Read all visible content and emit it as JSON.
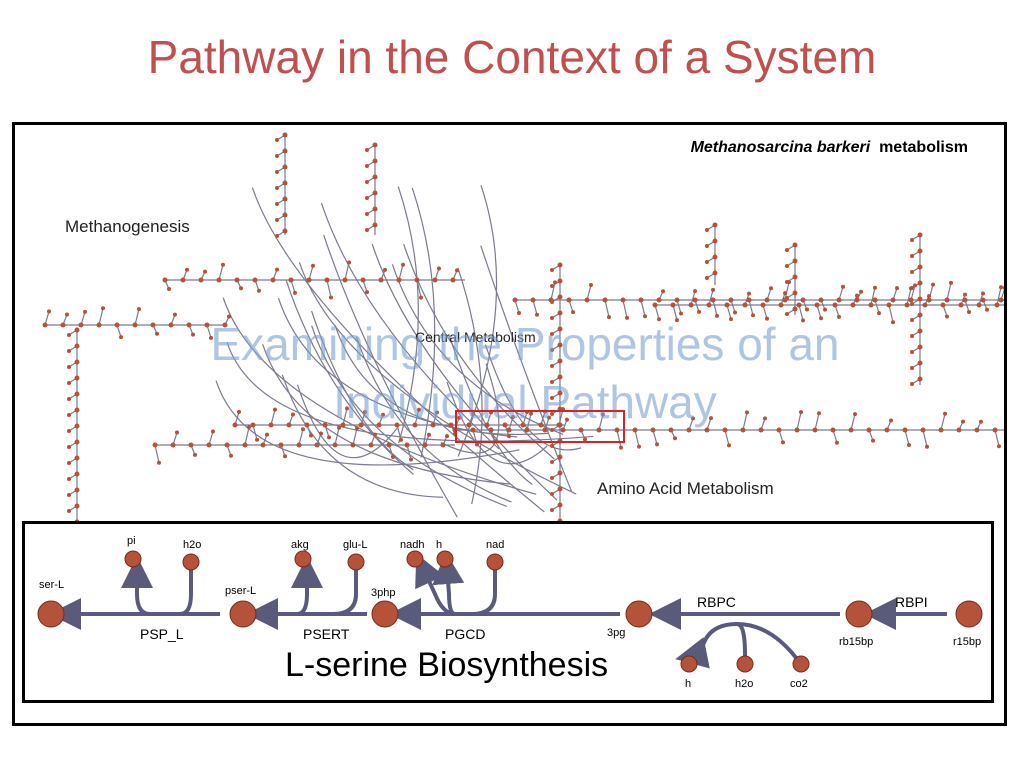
{
  "slide": {
    "title": "Pathway in the Context of a System",
    "organism": "Methanosarcina barkeri",
    "organism_suffix": "metabolism",
    "regions": {
      "methanogenesis": "Methanogenesis",
      "central": "Central Metabolism",
      "amino": "Amino Acid Metabolism"
    },
    "overlay_line1": "Examining the Properties of an",
    "overlay_line2": "Individual Pathway",
    "caption": "L-serine Biosynthesis"
  },
  "pathway": {
    "metabolites": [
      "ser-L",
      "pi",
      "h2o",
      "pser-L",
      "akg",
      "glu-L",
      "3php",
      "nadh",
      "h",
      "nad",
      "3pg",
      "h",
      "h2o",
      "co2",
      "rb15bp",
      "r15bp"
    ],
    "reactions": [
      "PSP_L",
      "PSERT",
      "PGCD",
      "RBPC",
      "RBPI"
    ]
  },
  "colors": {
    "title": "#c0504d",
    "node": "#b5523a",
    "edge": "#5a5a7a",
    "highlight": "#e02020",
    "overlay": "#8fb2d8"
  }
}
